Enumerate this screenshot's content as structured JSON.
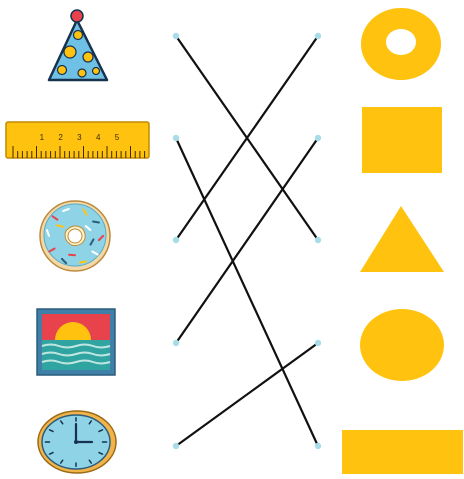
{
  "worksheet": {
    "left_items": [
      {
        "id": "party-hat",
        "icon": "party-hat-icon"
      },
      {
        "id": "ruler",
        "icon": "ruler-icon",
        "scale_numbers": [
          "1",
          "2",
          "3",
          "4",
          "5"
        ]
      },
      {
        "id": "donut",
        "icon": "donut-icon"
      },
      {
        "id": "picture",
        "icon": "sunset-picture-icon"
      },
      {
        "id": "clock",
        "icon": "clock-icon"
      }
    ],
    "right_shapes": [
      {
        "id": "ring",
        "icon": "ring-shape"
      },
      {
        "id": "square",
        "icon": "square-shape"
      },
      {
        "id": "triangle",
        "icon": "triangle-shape"
      },
      {
        "id": "circle",
        "icon": "circle-shape"
      },
      {
        "id": "rectangle",
        "icon": "rectangle-shape"
      }
    ],
    "matches": [
      {
        "from": "party-hat",
        "to": "triangle"
      },
      {
        "from": "ruler",
        "to": "rectangle"
      },
      {
        "from": "donut",
        "to": "ring"
      },
      {
        "from": "picture",
        "to": "square"
      },
      {
        "from": "clock",
        "to": "circle"
      }
    ],
    "colors": {
      "shape_fill": "#ffc20e",
      "line": "#111111",
      "dot": "#a8dce8"
    }
  }
}
